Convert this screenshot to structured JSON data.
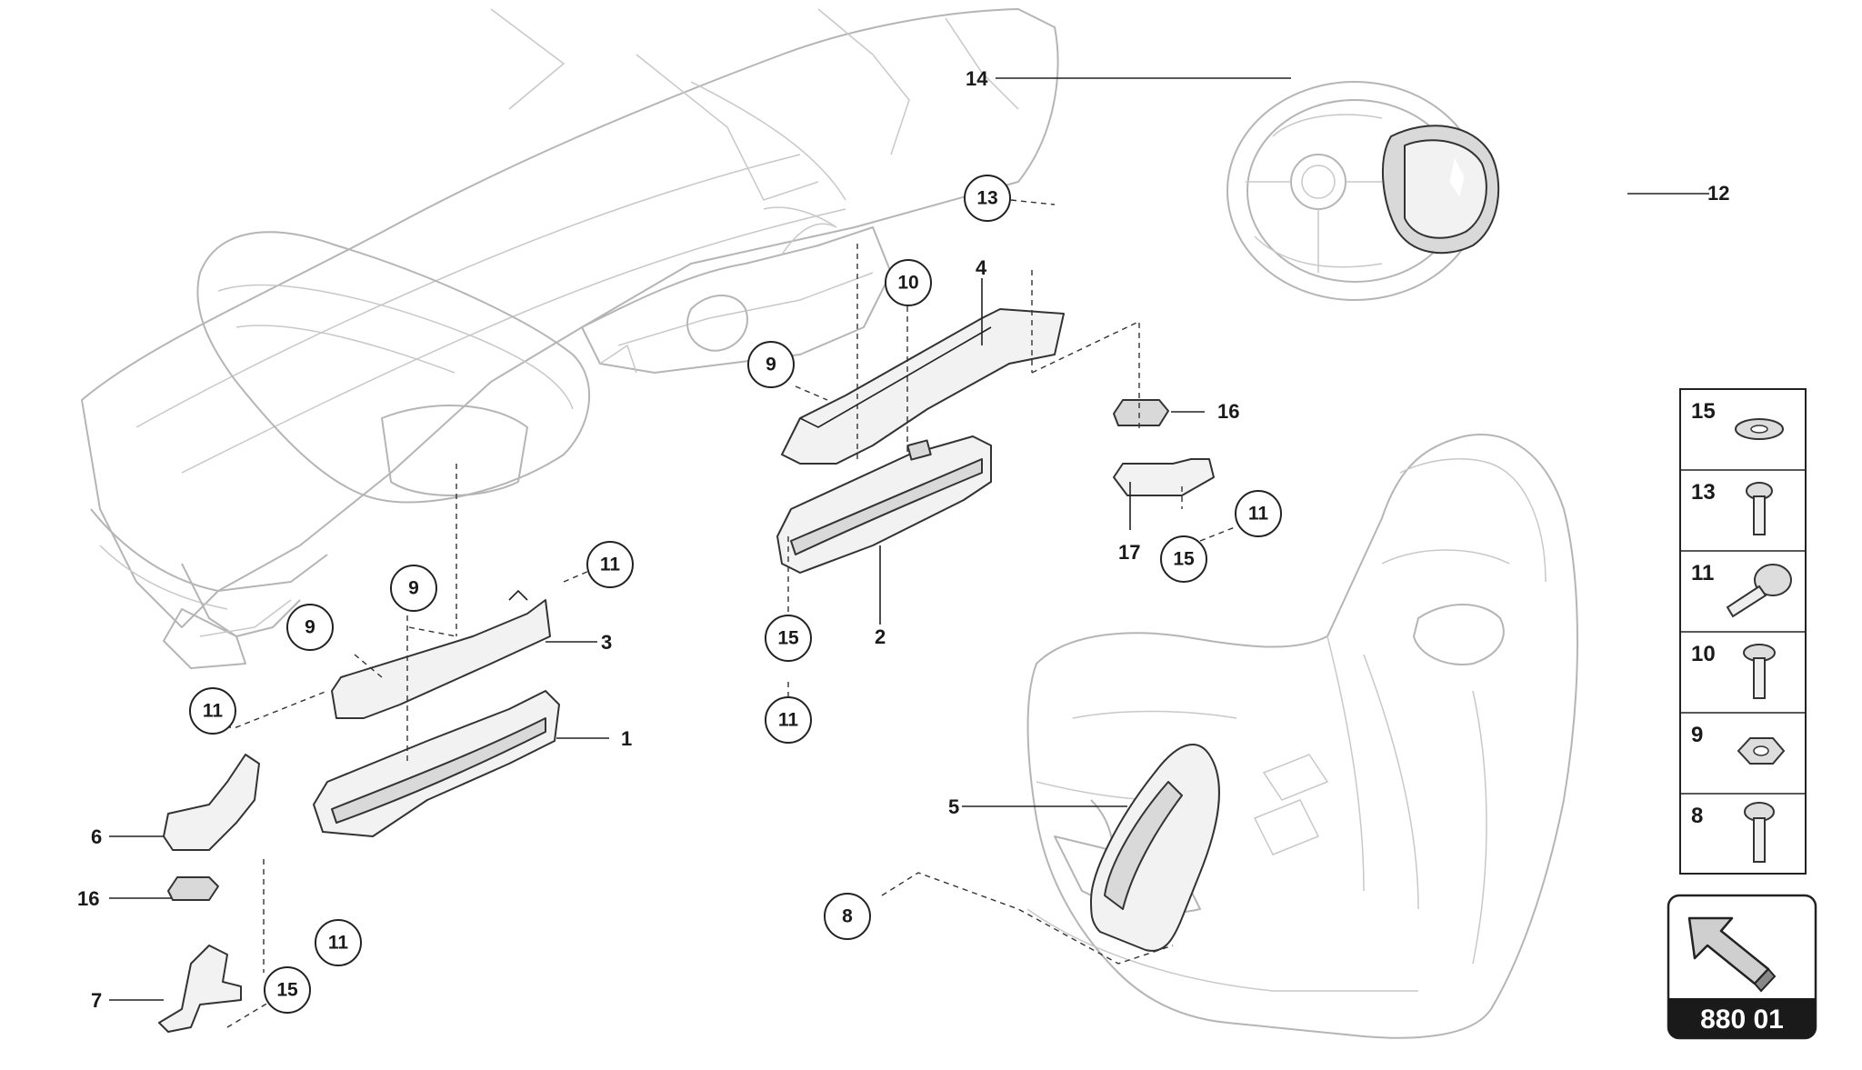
{
  "callouts": {
    "n1": "1",
    "n2": "2",
    "n3": "3",
    "n4": "4",
    "n5": "5",
    "n6": "6",
    "n7": "7",
    "n8": "8",
    "n9": "9",
    "n10": "10",
    "n11": "11",
    "n12": "12",
    "n13": "13",
    "n14": "14",
    "n15": "15",
    "n16": "16",
    "n17": "17"
  },
  "hardware_table": [
    {
      "number": "15",
      "icon": "washer-icon"
    },
    {
      "number": "13",
      "icon": "screw-icon"
    },
    {
      "number": "11",
      "icon": "bolt-icon"
    },
    {
      "number": "10",
      "icon": "screw-icon"
    },
    {
      "number": "9",
      "icon": "nut-icon"
    },
    {
      "number": "8",
      "icon": "screw-icon"
    }
  ],
  "diagram_code": "880 01",
  "colors": {
    "badge": "#1a1a1a",
    "line": "#222222",
    "ghost": "#b5b5b5"
  }
}
